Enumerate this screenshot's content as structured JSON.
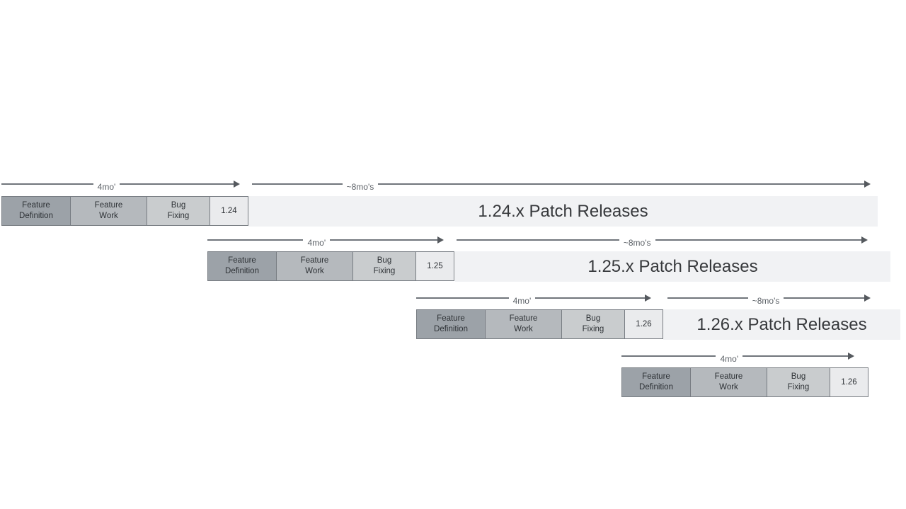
{
  "diagram": {
    "description": "Release cadence timeline with overlapping version cycles",
    "phases": [
      "Feature\nDefinition",
      "Feature\nWork",
      "Bug\nFixing"
    ],
    "rows": [
      {
        "version": "1.24",
        "cycle_duration": "4mo'",
        "patch_duration": "~8mo's",
        "patch_label": "1.24.x Patch Releases"
      },
      {
        "version": "1.25",
        "cycle_duration": "4mo'",
        "patch_duration": "~8mo's",
        "patch_label": "1.25.x Patch Releases"
      },
      {
        "version": "1.26",
        "cycle_duration": "4mo'",
        "patch_duration": "~8mo's",
        "patch_label": "1.26.x Patch Releases"
      },
      {
        "version": "1.26",
        "cycle_duration": "4mo'"
      }
    ],
    "colors": {
      "feature_definition_fill": "#9ca2a8",
      "feature_work_fill": "#b5b9bd",
      "bug_fixing_fill": "#c9ccce",
      "version_box_fill": "#eaebed",
      "patch_bar_fill": "#f1f2f4",
      "box_border": "#777c82",
      "arrow_line": "#70757b",
      "arrow_label_text": "#5b6066",
      "box_text": "#2e3236",
      "patch_text": "#37393c",
      "background": "#ffffff"
    }
  }
}
